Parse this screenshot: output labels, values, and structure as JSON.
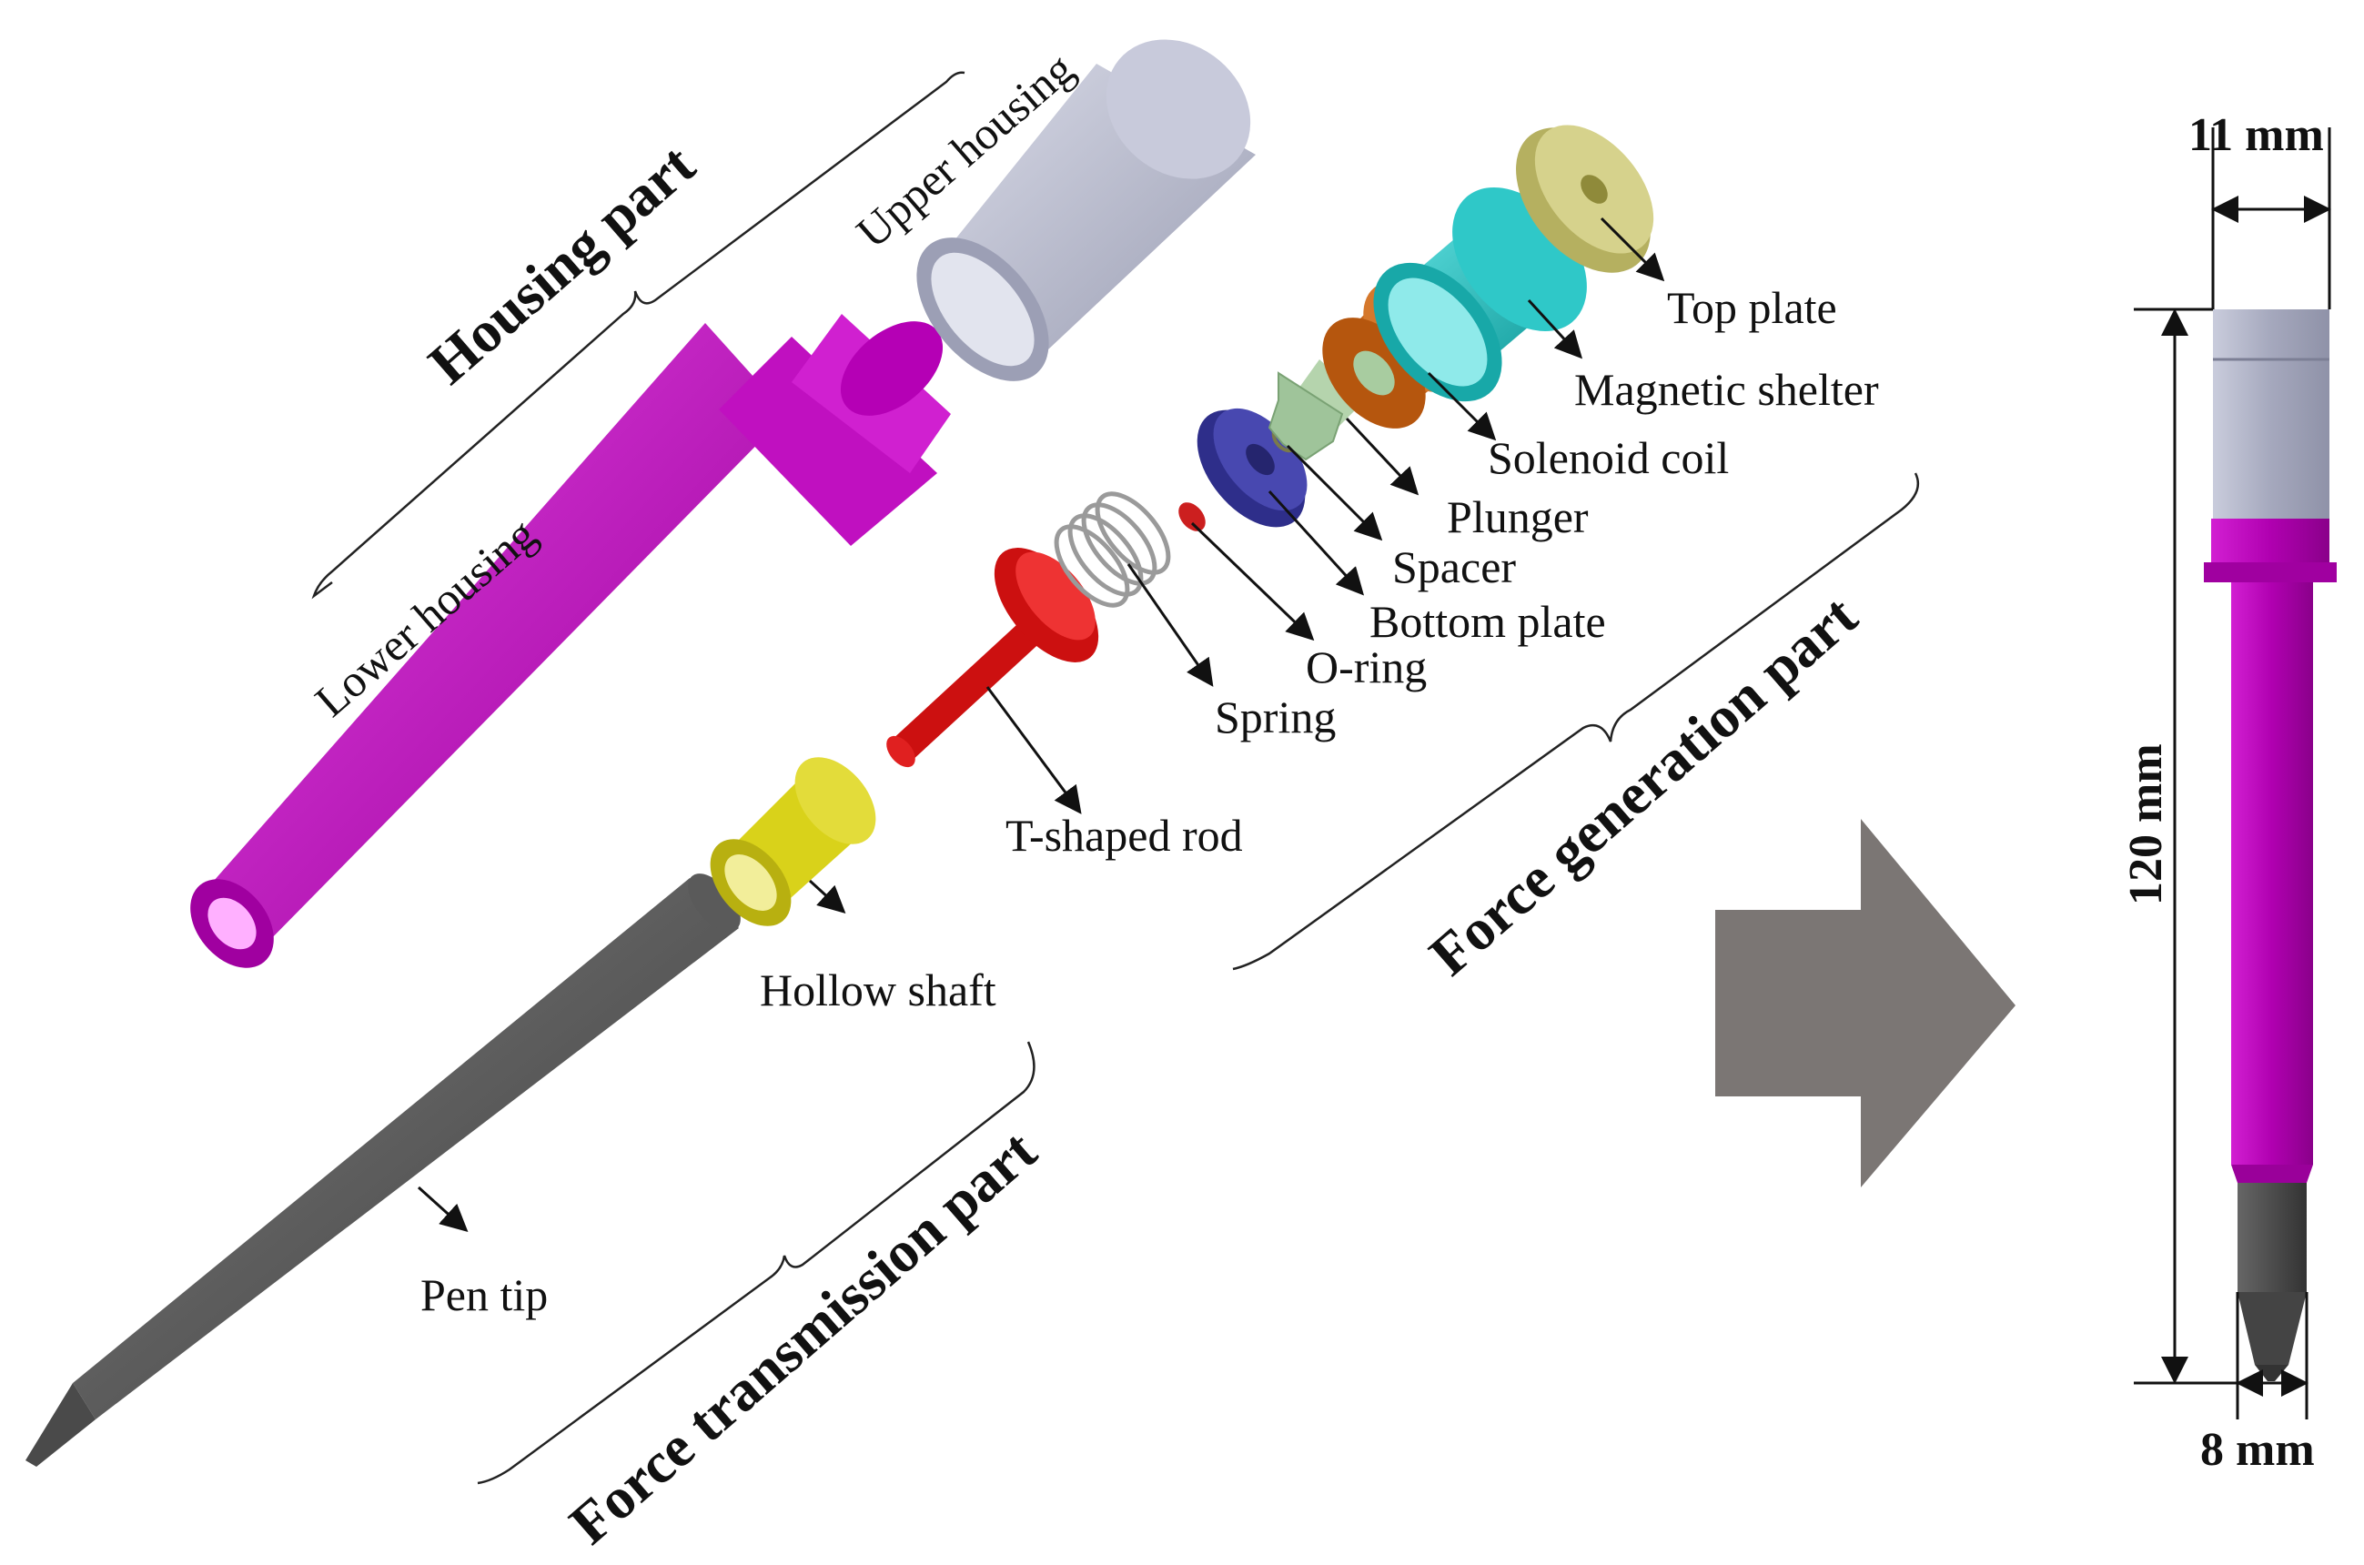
{
  "groups": {
    "housing": "Housing part",
    "generation": "Force generation part",
    "transmission": "Force transmission part"
  },
  "parts": {
    "upper_housing": "Upper housing",
    "lower_housing": "Lower housing",
    "top_plate": "Top plate",
    "magnetic_shelter": "Magnetic shelter",
    "solenoid_coil": "Solenoid coil",
    "plunger": "Plunger",
    "spacer": "Spacer",
    "bottom_plate": "Bottom plate",
    "o_ring": "O-ring",
    "spring": "Spring",
    "t_rod": "T-shaped rod",
    "hollow_shaft": "Hollow shaft",
    "pen_tip": "Pen tip"
  },
  "dimensions": {
    "top_width": "11 mm",
    "length": "120 mm",
    "bottom_width": "8 mm"
  },
  "colors": {
    "housing_upper": "#b9bccf",
    "housing_lower": "#b800b8",
    "top_plate": "#c9c47a",
    "magnetic_shelter": "#1fb8b8",
    "solenoid_coil": "#c8661a",
    "plunger": "#9fc49a",
    "bottom_plate": "#3a3aa0",
    "o_ring": "#cc1f1f",
    "t_rod": "#cc1010",
    "hollow_shaft": "#d4cc1a",
    "pen_tip": "#555555",
    "arrow": "#7b7674"
  }
}
